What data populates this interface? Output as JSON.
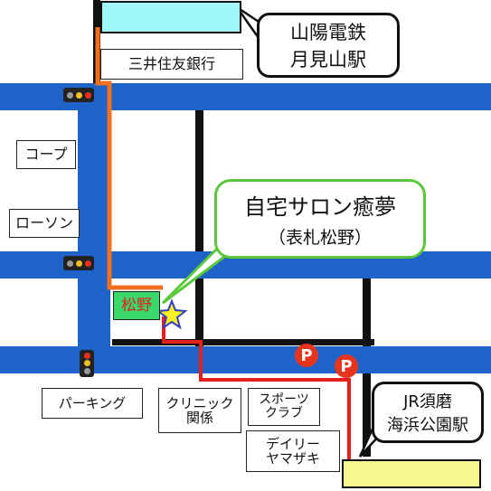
{
  "colors": {
    "road": "#1e64c8",
    "small_road": "#111111",
    "route_orange": "#f07020",
    "route_red": "#e6201c",
    "station_sanyo": "#9ff7f7",
    "station_jr": "#f8f890",
    "marker_green": "#38d86a",
    "callout_border_green": "#5ac83a",
    "star": "#f8f020",
    "parking": "#e8341c"
  },
  "stations": {
    "sanyo_name": "山陽電鉄",
    "sanyo_sub": "月見山駅",
    "jr_name": "JR須磨",
    "jr_sub": "海浜公園駅"
  },
  "salon": {
    "title": "自宅サロン癒夢",
    "subtitle": "（表札松野）",
    "marker": "松野"
  },
  "landmarks": {
    "bank": "三井住友銀行",
    "coop": "コープ",
    "lawson": "ローソン",
    "parking": "パーキング",
    "clinic_1": "クリニック",
    "clinic_2": "関係",
    "sports_1": "スポーツ",
    "sports_2": "クラブ",
    "daily_1": "デイリー",
    "daily_2": "ヤマザキ"
  },
  "parking_badges": [
    "P",
    "P"
  ],
  "icons": {
    "traffic_light": "traffic-light-icon",
    "star": "star-icon",
    "parking": "parking-icon"
  }
}
